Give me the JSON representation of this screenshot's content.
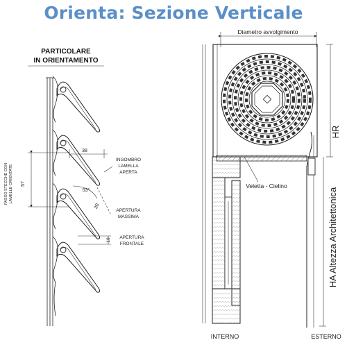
{
  "title": "Orienta: Sezione Verticale",
  "detail": {
    "heading_line1": "PARTICOLARE",
    "heading_line2": "IN ORIENTAMENTO",
    "vertical_label_line1": "PASSO STECCHE CON",
    "vertical_label_line2": "LAMELLE ORIENTATE",
    "dim_57": "57",
    "dim_38": "38",
    "dim_angle": "53°",
    "dim_30": "30",
    "dim_10": "10",
    "ann_ingombro_1": "INGOMBRO",
    "ann_ingombro_2": "LAMELLA",
    "ann_ingombro_3": "APERTA",
    "ann_apertura_max_1": "APERTURA",
    "ann_apertura_max_2": "MASSIMA",
    "ann_apertura_front_1": "APERTURA",
    "ann_apertura_front_2": "FRONTALE"
  },
  "section": {
    "diametro_label": "Diametro avvolgimento",
    "hr_label": "HR",
    "veletta_label": "Veletta - Cielino",
    "ha_label": "HA Altezza Architettonica",
    "interno_label": "INTERNO",
    "esterno_label": "ESTERNO"
  },
  "colors": {
    "title": "#5b8fc7",
    "ink": "#222222",
    "hatch": "#666666"
  }
}
